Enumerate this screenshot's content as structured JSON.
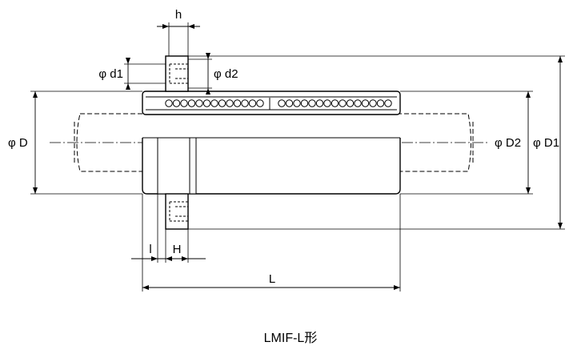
{
  "labels": {
    "h": "h",
    "d1": "φ d1",
    "d2": "φ d2",
    "D": "φ D",
    "D2": "φ D2",
    "D1": "φ D1",
    "l": "l",
    "H": "H",
    "L": "L"
  },
  "caption": "LMIF-L形",
  "colors": {
    "line": "#000000",
    "body_fill": "#ffffff",
    "ball_fill": "#ffffff"
  }
}
